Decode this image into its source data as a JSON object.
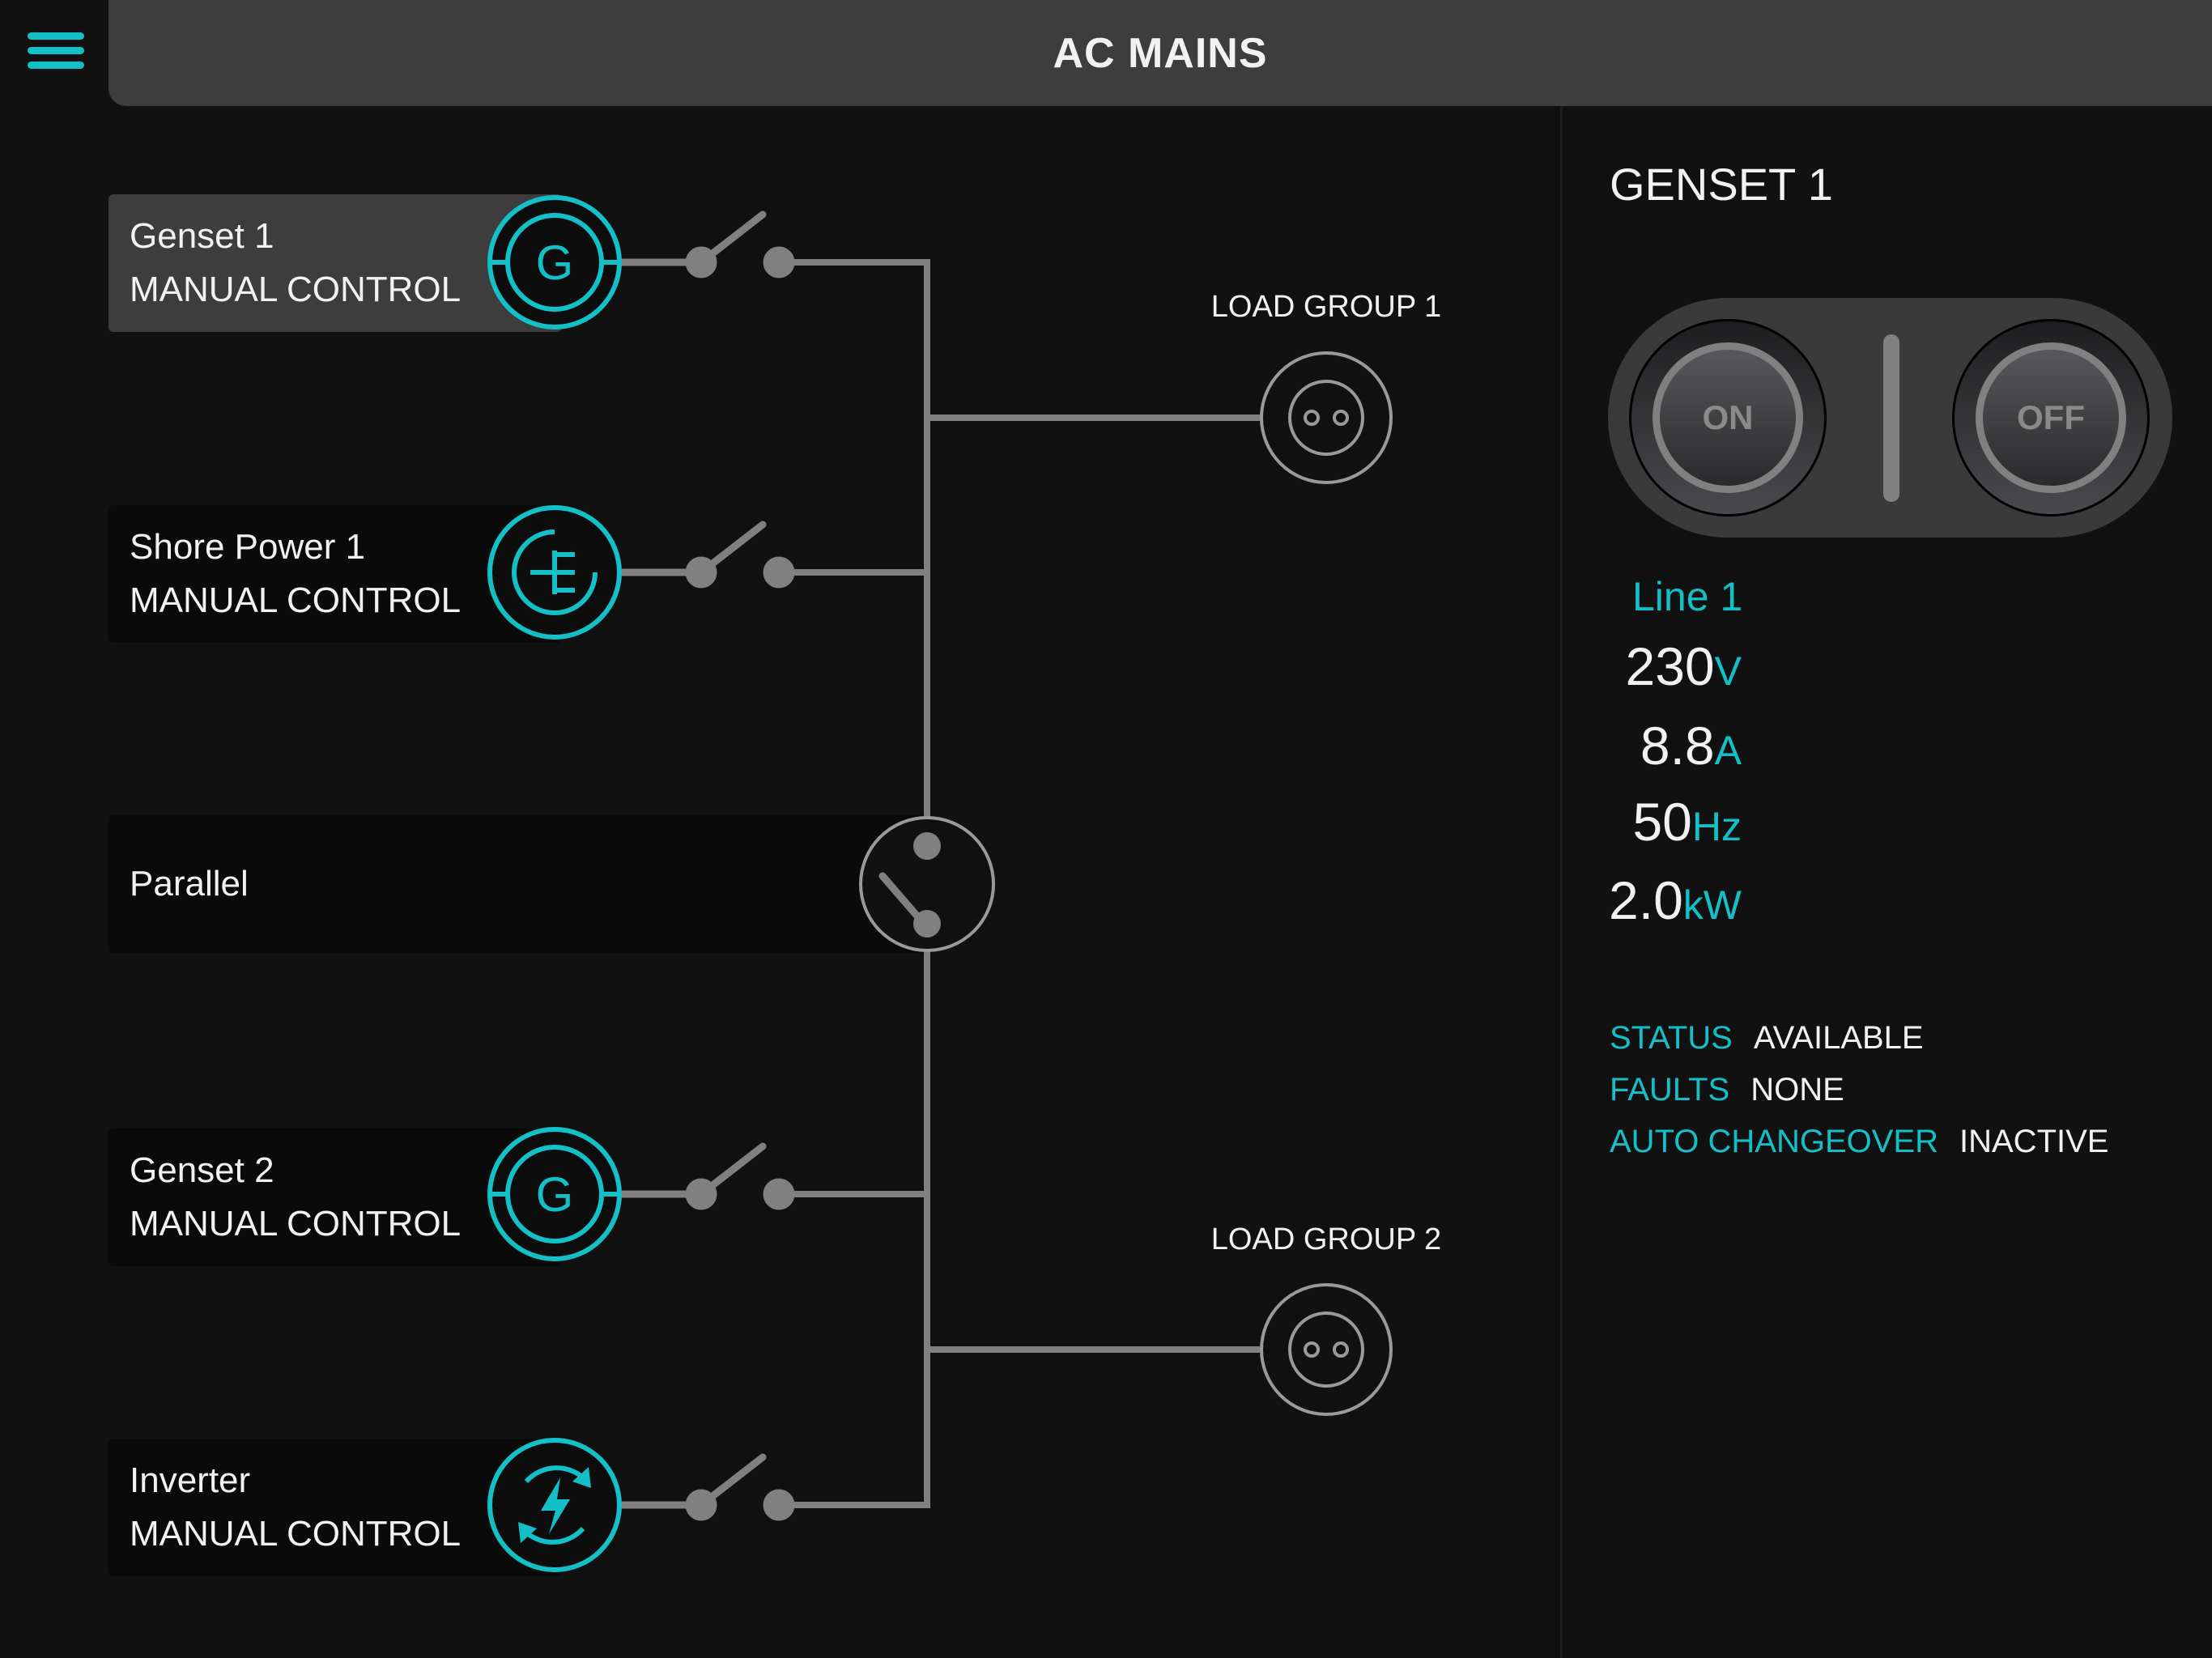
{
  "header": {
    "title": "AC MAINS",
    "menu_icon": "hamburger-menu-icon"
  },
  "colors": {
    "accent": "#14c0c8",
    "line": "#808080",
    "background": "#111111",
    "panel": "#3d3d3d"
  },
  "sources": [
    {
      "name": "Genset 1",
      "mode": "MANUAL CONTROL",
      "icon": "generator-icon",
      "selected": true
    },
    {
      "name": "Shore Power 1",
      "mode": "MANUAL CONTROL",
      "icon": "shore-power-plug-icon"
    },
    {
      "name": "Parallel",
      "mode": "",
      "icon": "parallel-switch-icon"
    },
    {
      "name": "Genset 2",
      "mode": "MANUAL CONTROL",
      "icon": "generator-icon"
    },
    {
      "name": "Inverter",
      "mode": "MANUAL CONTROL",
      "icon": "inverter-icon"
    }
  ],
  "load_groups": [
    {
      "label": "LOAD GROUP 1"
    },
    {
      "label": "LOAD GROUP 2"
    }
  ],
  "detail": {
    "title": "GENSET 1",
    "on_label": "ON",
    "off_label": "OFF",
    "line_label": "Line 1",
    "readings": [
      {
        "value": "230",
        "unit": "V"
      },
      {
        "value": "8.8",
        "unit": "A"
      },
      {
        "value": "50",
        "unit": "Hz"
      },
      {
        "value": "2.0",
        "unit": "kW"
      }
    ],
    "status": [
      {
        "key": "STATUS",
        "value": "AVAILABLE"
      },
      {
        "key": "FAULTS",
        "value": "NONE"
      },
      {
        "key": "AUTO CHANGEOVER",
        "value": "INACTIVE"
      }
    ]
  }
}
